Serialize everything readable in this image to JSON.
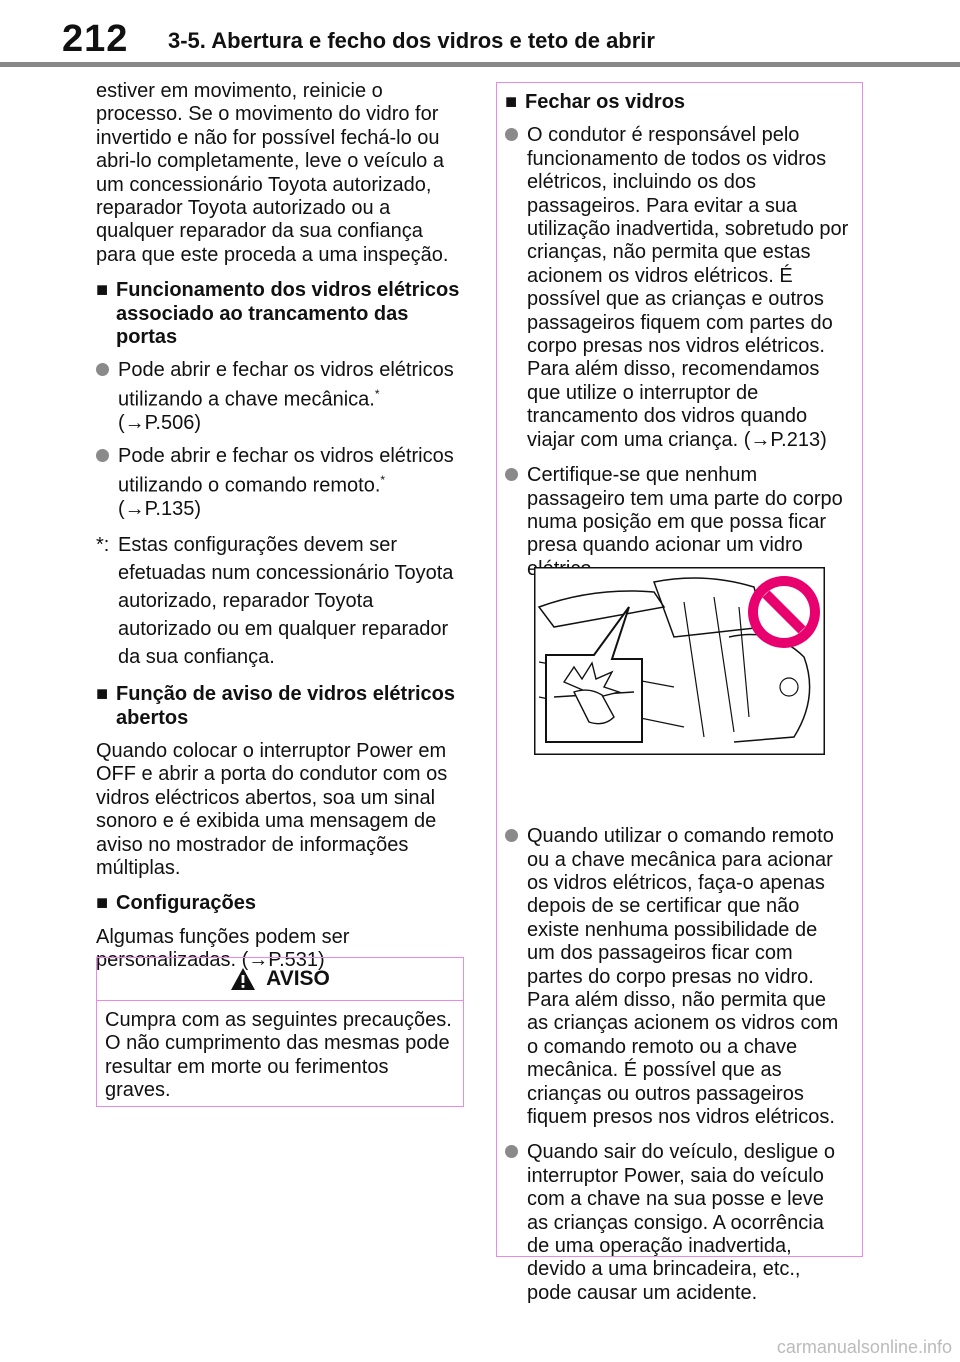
{
  "header": {
    "page_number": "212",
    "section_title": "3-5. Abertura e fecho dos vidros e teto de abrir"
  },
  "left": {
    "intro": "estiver em movimento, reinicie o processo. Se o movimento do vidro for invertido e não for possível fechá-lo ou abri-lo completamente, leve o veículo a um concessionário Toyota autorizado, reparador Toyota autorizado ou a qualquer reparador da sua confiança para que este proceda a uma inspeção.",
    "heading1": "Funcionamento dos vidros elétricos associado ao trancamento das portas",
    "bullet1_text": "Pode abrir e fechar os vidros elétricos utilizando a chave mecânica.",
    "bullet1_ref": "(→P.506)",
    "bullet2_text": "Pode abrir e fechar os vidros elétricos utilizando o comando remoto.",
    "bullet2_ref": "(→P.135)",
    "asterisk": "*",
    "note_mark": "*:",
    "note_text": "Estas configurações devem ser efetuadas num concessionário Toyota autorizado, reparador Toyota autorizado ou em qualquer reparador da sua confiança.",
    "heading2": "Função de aviso de vidros elétricos abertos",
    "para2": "Quando colocar o interruptor Power em OFF e abrir a porta do condutor com os vidros eléctricos abertos, soa um sinal sonoro e é exibida uma mensagem de aviso no mostrador de informações múltiplas.",
    "heading3": "Configurações",
    "para3": "Algumas funções podem ser personalizadas. (→P.531)"
  },
  "warning": {
    "title": "AVISO",
    "body": "Cumpra com as seguintes precauções. O não cumprimento das mesmas pode resultar em morte ou ferimentos graves."
  },
  "right": {
    "heading": "Fechar os vidros",
    "bullets": [
      "O condutor é responsável pelo funcionamento de todos os vidros elétricos, incluindo os dos passageiros. Para evitar a sua utilização inadvertida, sobretudo por crianças, não permita que estas acionem os vidros elétricos. É possível que as crianças e outros passageiros fiquem com partes do corpo presas nos vidros elétricos. Para além disso, recomendamos que utilize o interruptor de trancamento dos vidros quando viajar com uma criança. (→P.213)",
      "Certifique-se que nenhum passageiro tem uma parte do corpo numa posição em que possa ficar presa quando acionar um vidro elétrico.",
      "Quando utilizar o comando remoto ou a chave mecânica para acionar os vidros elétricos, faça-o apenas depois de se certificar que não existe nenhuma possibilidade de um dos passageiros ficar com partes do corpo presas no vidro. Para além disso, não permita que as crianças acionem os vidros com o comando remoto ou a chave mecânica. É possível que as crianças ou outros passageiros fiquem presos nos vidros elétricos.",
      "Quando sair do veículo, desligue o interruptor Power, saia do veículo com a chave na sua posse e leve as crianças consigo. A ocorrência de uma operação inadvertida, devido a uma brincadeira, etc., pode causar um acidente."
    ]
  },
  "footer": "carmanualsonline.info",
  "colors": {
    "accent_border": "#e98be4",
    "prohibit": "#e8006f",
    "bullet_gray": "#8a8a8a"
  }
}
